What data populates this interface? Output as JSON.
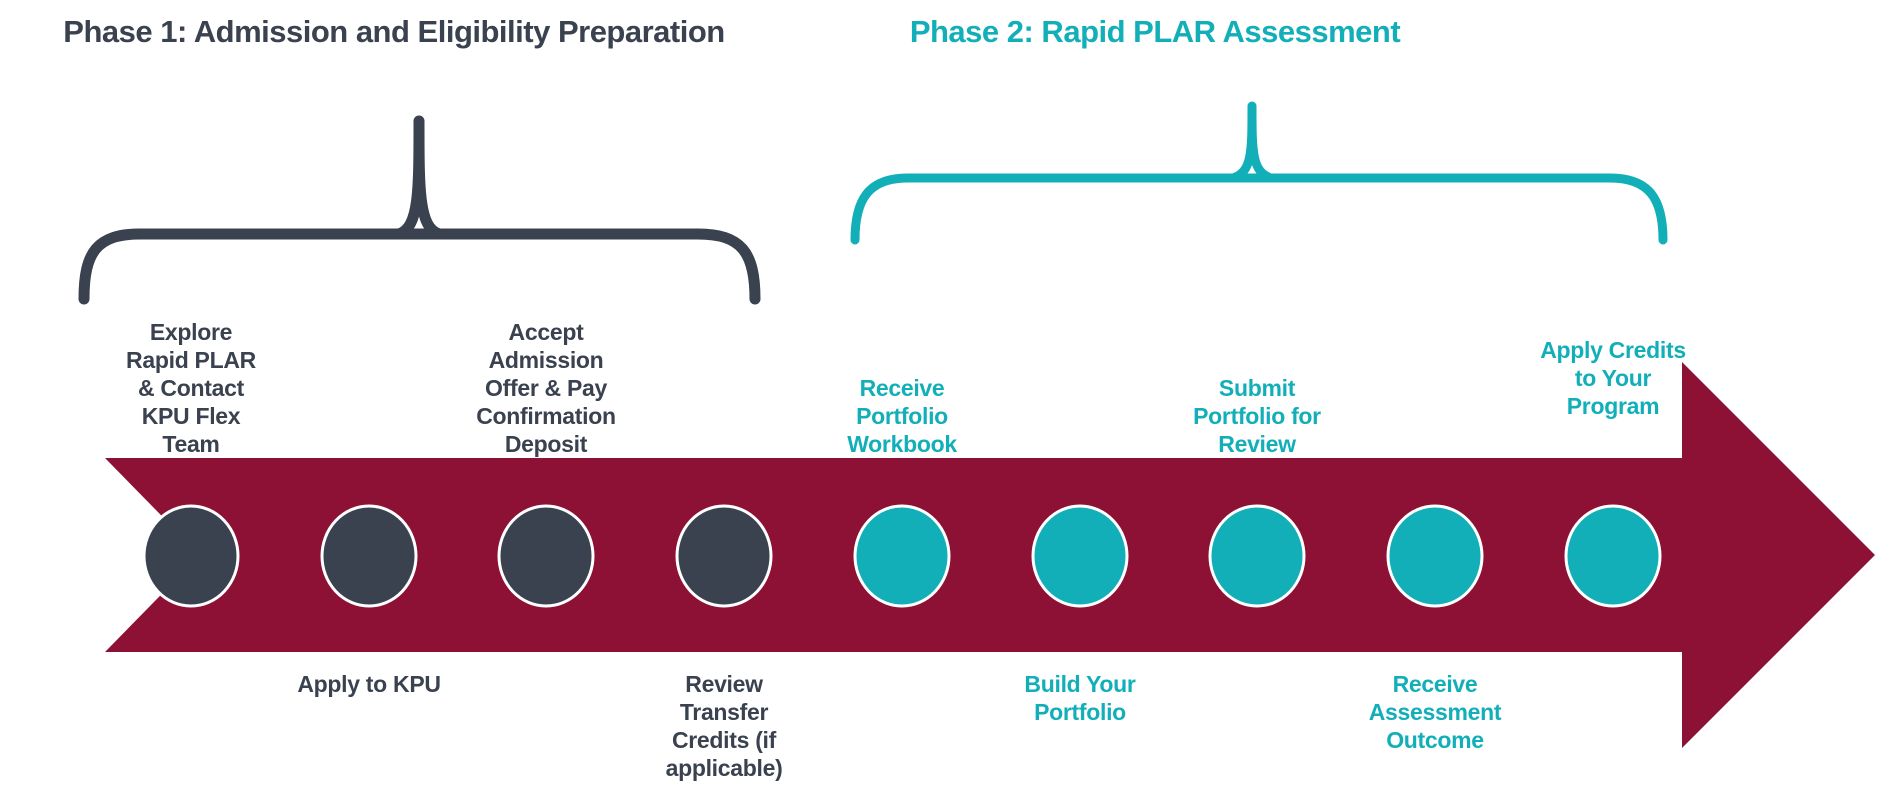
{
  "colors": {
    "phase1": "#3A414F",
    "phase2": "#12AFB9",
    "arrow": "#8D1035",
    "circle_outline": "#FFFFFF"
  },
  "phase1": {
    "title": "Phase 1: Admission and Eligibility Preparation"
  },
  "phase2": {
    "title": "Phase 2: Rapid PLAR Assessment"
  },
  "steps": [
    {
      "phase": 1,
      "position": "above",
      "label": "Explore\nRapid PLAR\n& Contact\nKPU Flex\nTeam"
    },
    {
      "phase": 1,
      "position": "below",
      "label": "Apply to KPU"
    },
    {
      "phase": 1,
      "position": "above",
      "label": "Accept\nAdmission\nOffer & Pay\nConfirmation\nDeposit"
    },
    {
      "phase": 1,
      "position": "below",
      "label": "Review\nTransfer\nCredits (if\napplicable)"
    },
    {
      "phase": 2,
      "position": "above",
      "label": "Receive\nPortfolio\nWorkbook"
    },
    {
      "phase": 2,
      "position": "below",
      "label": "Build Your\nPortfolio"
    },
    {
      "phase": 2,
      "position": "above",
      "label": "Submit\nPortfolio for\nReview"
    },
    {
      "phase": 2,
      "position": "below",
      "label": "Receive\nAssessment\nOutcome"
    },
    {
      "phase": 2,
      "position": "above",
      "label": "Apply Credits\nto Your\nProgram"
    }
  ]
}
